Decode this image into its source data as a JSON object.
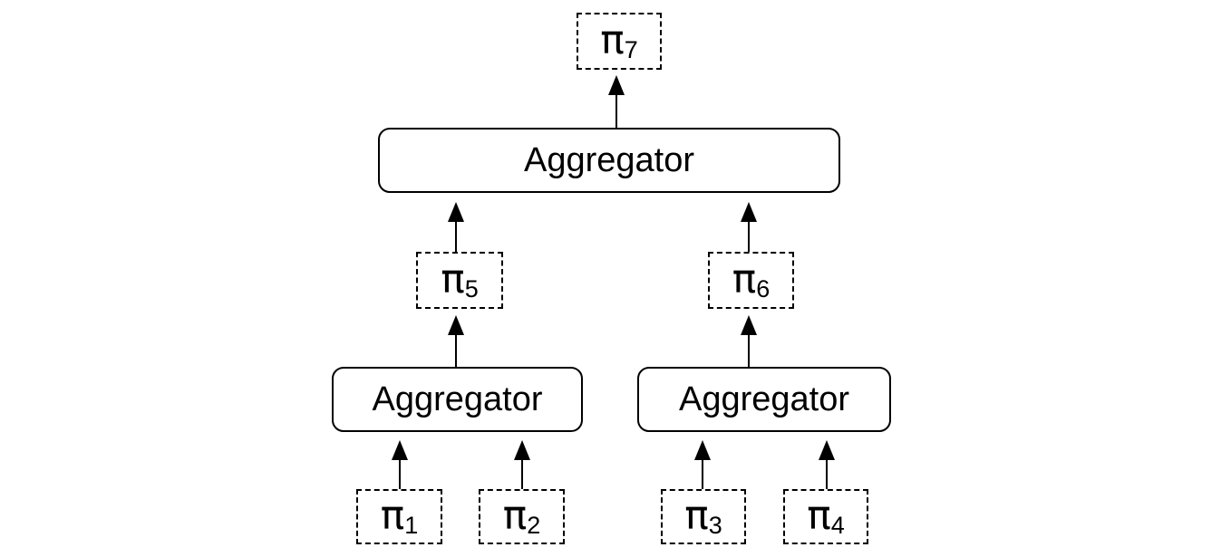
{
  "colors": {
    "stroke": "#000000",
    "node_fill": "#ffffff",
    "background": "#ffffff"
  },
  "diagram": {
    "nodes": {
      "pi7": {
        "symbol": "π",
        "sub": "7"
      },
      "pi5": {
        "symbol": "π",
        "sub": "5"
      },
      "pi6": {
        "symbol": "π",
        "sub": "6"
      },
      "pi1": {
        "symbol": "π",
        "sub": "1"
      },
      "pi2": {
        "symbol": "π",
        "sub": "2"
      },
      "pi3": {
        "symbol": "π",
        "sub": "3"
      },
      "pi4": {
        "symbol": "π",
        "sub": "4"
      },
      "aggregator_top": {
        "label": "Aggregator"
      },
      "aggregator_left": {
        "label": "Aggregator"
      },
      "aggregator_right": {
        "label": "Aggregator"
      }
    },
    "edges": [
      {
        "from": "aggregator_top",
        "to": "pi7"
      },
      {
        "from": "pi5",
        "to": "aggregator_top"
      },
      {
        "from": "pi6",
        "to": "aggregator_top"
      },
      {
        "from": "aggregator_left",
        "to": "pi5"
      },
      {
        "from": "aggregator_right",
        "to": "pi6"
      },
      {
        "from": "pi1",
        "to": "aggregator_left"
      },
      {
        "from": "pi2",
        "to": "aggregator_left"
      },
      {
        "from": "pi3",
        "to": "aggregator_right"
      },
      {
        "from": "pi4",
        "to": "aggregator_right"
      }
    ]
  }
}
